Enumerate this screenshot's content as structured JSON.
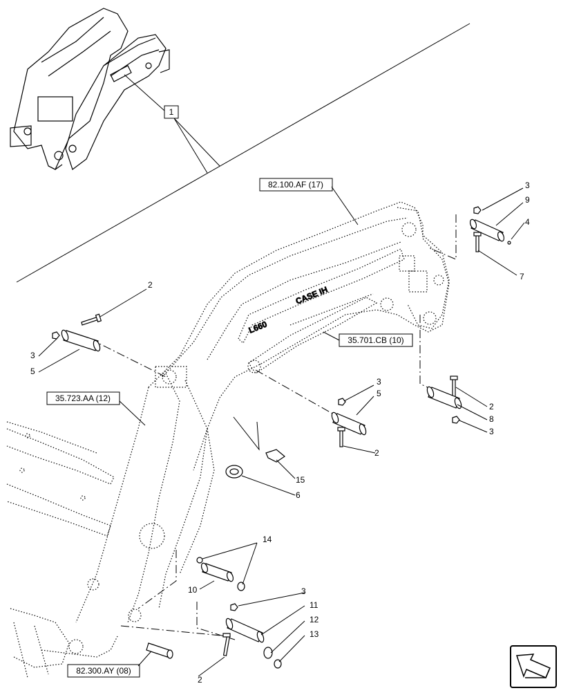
{
  "reference_boxes": {
    "main_assembly": "1",
    "loader_arm": "82.100.AF (17)",
    "hydraulic_cylinder": "35.701.CB (10)",
    "boom_cylinder": "35.723.AA (12)",
    "bucket_linkage": "82.300.AY (08)"
  },
  "callouts": {
    "c3_top": "3",
    "c9": "9",
    "c4": "4",
    "c7": "7",
    "c2_left": "2",
    "c3_left": "3",
    "c5_left": "5",
    "c3_mid": "3",
    "c5_mid": "5",
    "c2_mid": "2",
    "c2_right": "2",
    "c8": "8",
    "c3_right": "3",
    "c15": "15",
    "c6": "6",
    "c14": "14",
    "c10": "10",
    "c3_bottom": "3",
    "c11": "11",
    "c12": "12",
    "c13": "13",
    "c2_bottom": "2"
  },
  "decal_text": {
    "brand": "CASE IH",
    "model": "L660"
  },
  "icons": {
    "nav_arrow": "next-page-arrow-icon"
  }
}
